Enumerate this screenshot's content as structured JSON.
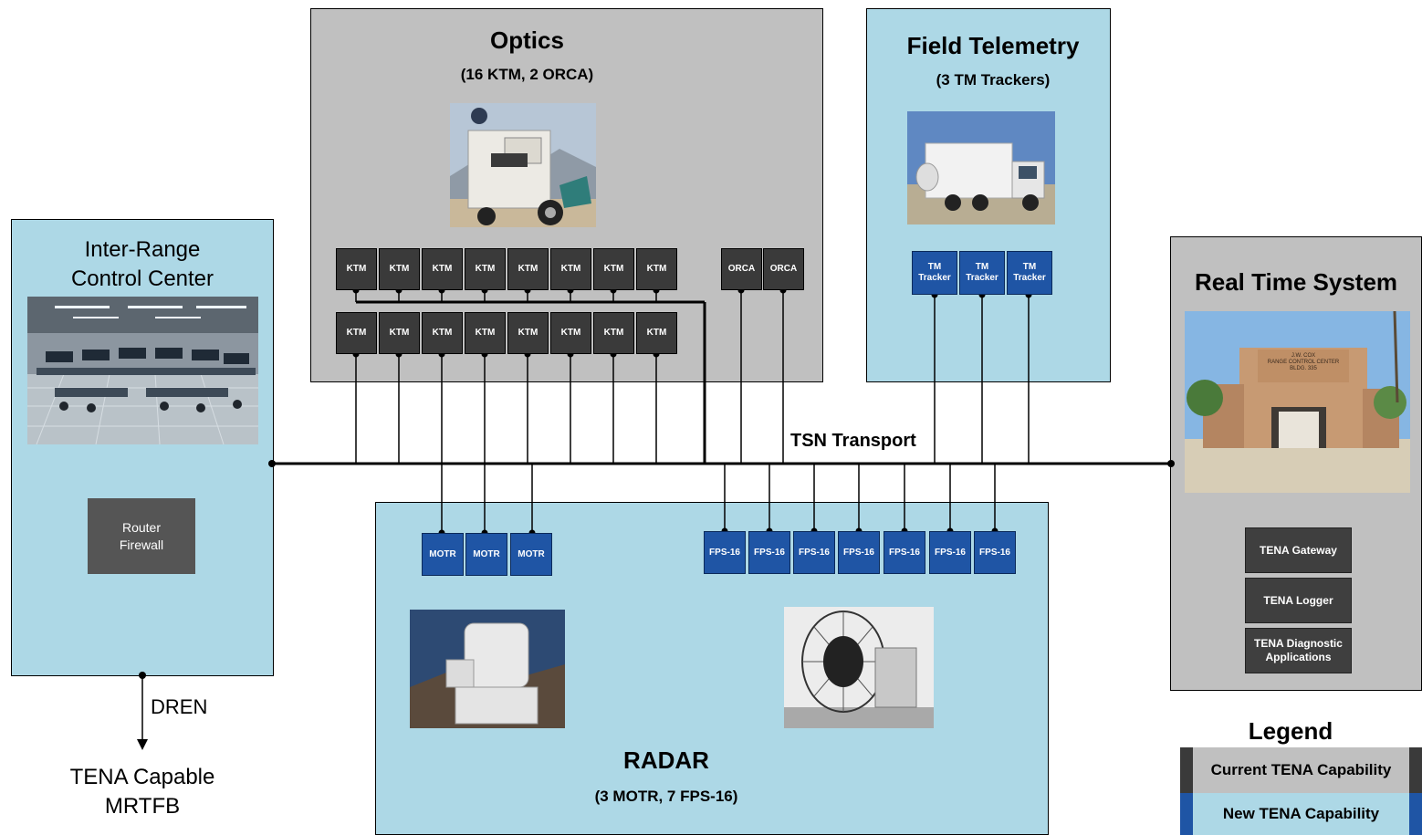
{
  "irc": {
    "title_line1": "Inter-Range",
    "title_line2": "Control Center",
    "router_line1": "Router",
    "router_line2": "Firewall"
  },
  "optics": {
    "title": "Optics",
    "subtitle": "(16 KTM, 2 ORCA)",
    "ktm_label": "KTM",
    "orca_label": "ORCA"
  },
  "telemetry": {
    "title": "Field Telemetry",
    "subtitle": "(3 TM Trackers)",
    "tracker_line1": "TM",
    "tracker_line2": "Tracker"
  },
  "radar": {
    "title": "RADAR",
    "subtitle": "(3 MOTR, 7 FPS-16)",
    "motr_label": "MOTR",
    "fps_label": "FPS-16"
  },
  "rts": {
    "title": "Real Time System",
    "sign_line1": "J.W. COX",
    "sign_line2": "RANGE CONTROL CENTER",
    "sign_line3": "BLDG. 335",
    "gateway": "TENA Gateway",
    "logger": "TENA Logger",
    "diag_line1": "TENA Diagnostic",
    "diag_line2": "Applications"
  },
  "bus": {
    "label": "TSN Transport"
  },
  "dren": {
    "label": "DREN",
    "dest_line1": "TENA Capable",
    "dest_line2": "MRTFB"
  },
  "legend": {
    "title": "Legend",
    "current": "Current TENA Capability",
    "new": "New TENA Capability"
  },
  "colors": {
    "panel_blue": "#add8e6",
    "panel_gray": "#c0c0c0",
    "node_dark": "#3a3a3a",
    "node_blue": "#1f55a5"
  }
}
